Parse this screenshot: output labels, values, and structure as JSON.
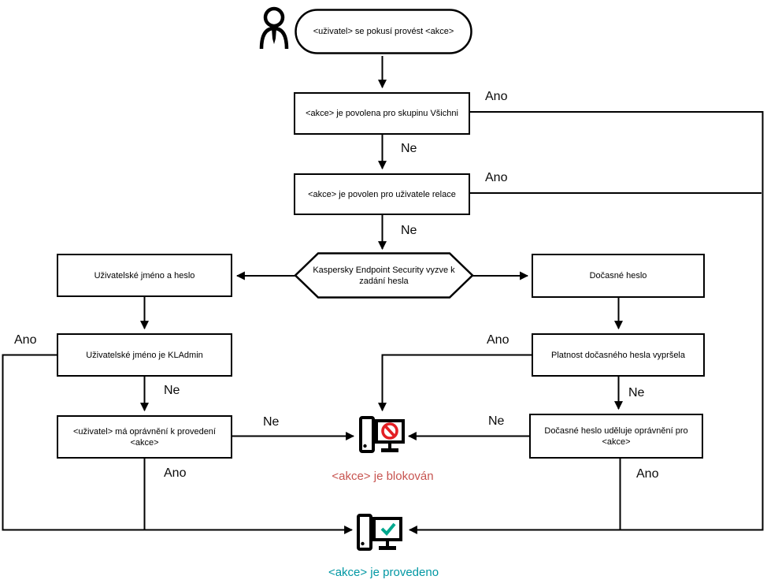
{
  "diagram": {
    "start_node": "<uživatel> se pokusí provést <akce>",
    "nodes": {
      "allowed_for_everyone": "<akce> je povolena pro skupinu Všichni",
      "allowed_for_session_user": "<akce> je povolen pro uživatele relace",
      "password_prompt": "Kaspersky Endpoint Security vyzve k zadání hesla",
      "username_and_password": "Uživatelské jméno a heslo",
      "username_is_kladmin": "Uživatelské jméno je KLAdmin",
      "user_has_permission": "<uživatel> má oprávnění k provedení <akce>",
      "temporary_password": "Dočasné heslo",
      "temporary_password_expired": "Platnost dočasného hesla vypršela",
      "temporary_password_grants": "Dočasné heslo uděluje oprávnění pro <akce>"
    },
    "labels": {
      "yes": "Ano",
      "no": "Ne"
    },
    "outcomes": {
      "blocked": {
        "text": "<akce> je blokován",
        "color": "#c75450"
      },
      "performed": {
        "text": "<akce> je provedeno",
        "color": "#0097a3"
      }
    },
    "icons": {
      "user": "user-icon",
      "blocked_computer": "blocked-computer-icon",
      "success_computer": "success-computer-icon"
    },
    "colors": {
      "line": "#000000",
      "prohibition_red": "#e31e24",
      "checkmark_teal": "#00a88e"
    }
  }
}
